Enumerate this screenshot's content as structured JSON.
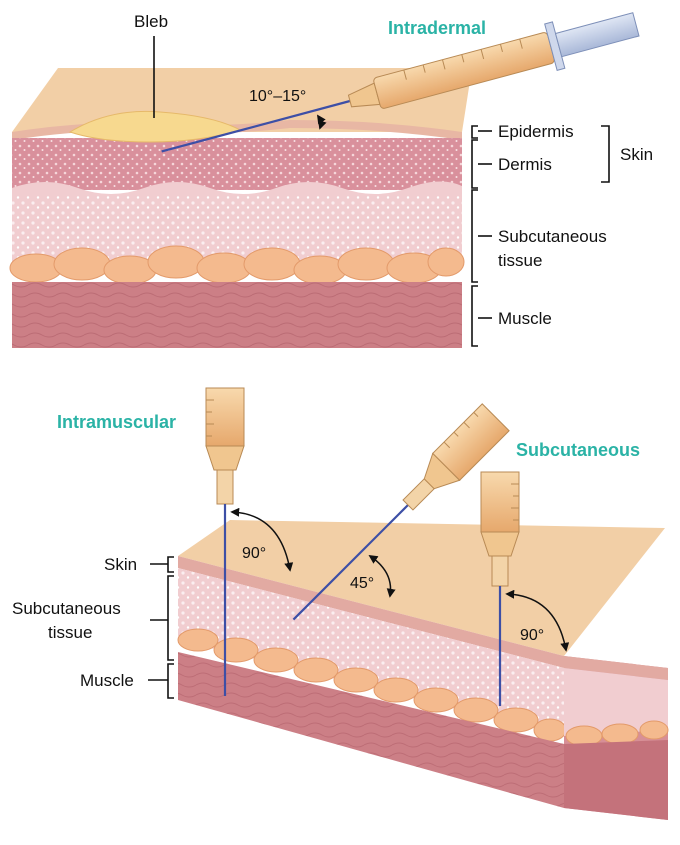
{
  "colors": {
    "accent_title": "#2bb3a6",
    "skin_top": "#f2cfa6",
    "epidermis": "#e8b7a4",
    "dermis": "#d9909c",
    "subcutaneous": "#f1cdd0",
    "fat": "#f4ba8e",
    "muscle": "#cc7f86",
    "syringe": "#f3c590",
    "needle": "#3d4fa6"
  },
  "top_panel": {
    "title": "Intradermal",
    "bleb_label": "Bleb",
    "angle_label": "10°–15°",
    "layer_labels": {
      "epidermis": "Epidermis",
      "dermis": "Dermis",
      "skin": "Skin",
      "subcutaneous_line1": "Subcutaneous",
      "subcutaneous_line2": "tissue",
      "muscle": "Muscle"
    }
  },
  "bottom_panel": {
    "intramuscular_title": "Intramuscular",
    "subcutaneous_title": "Subcutaneous",
    "angle_im": "90°",
    "angle_sc_45": "45°",
    "angle_sc_90": "90°",
    "layer_labels": {
      "skin": "Skin",
      "subcutaneous_line1": "Subcutaneous",
      "subcutaneous_line2": "tissue",
      "muscle": "Muscle"
    }
  }
}
